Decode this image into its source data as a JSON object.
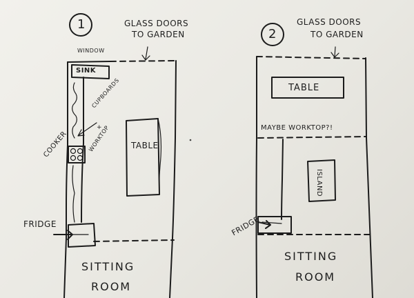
{
  "plan1": {
    "number": "1",
    "glass_doors_line1": "GLASS DOORS",
    "glass_doors_line2": "TO GARDEN",
    "window": "WINDOW",
    "sink": "SINK",
    "cupboards_line1": "CUPBOARDS",
    "cupboards_line2": "+",
    "cupboards_line3": "WORKTOP",
    "cooker": "COOKER",
    "table": "TABLE",
    "fridge": "FRIDGE",
    "sitting_line1": "SITTING",
    "sitting_line2": "ROOM"
  },
  "plan2": {
    "number": "2",
    "glass_doors_line1": "GLASS DOORS",
    "glass_doors_line2": "TO GARDEN",
    "table": "TABLE",
    "maybe_worktop": "MAYBE WORKTOP?!",
    "island": "ISLAND",
    "fridge": "FRIDGE",
    "sitting_line1": "SITTING",
    "sitting_line2": "ROOM"
  },
  "colors": {
    "paper": "#efeee9",
    "ink": "#1b1b1b"
  }
}
